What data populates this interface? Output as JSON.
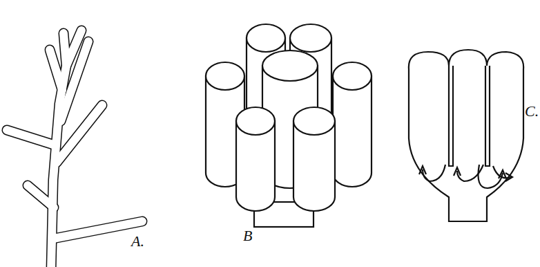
{
  "diagram": {
    "labels": [
      "A.",
      "B",
      "C."
    ]
  }
}
